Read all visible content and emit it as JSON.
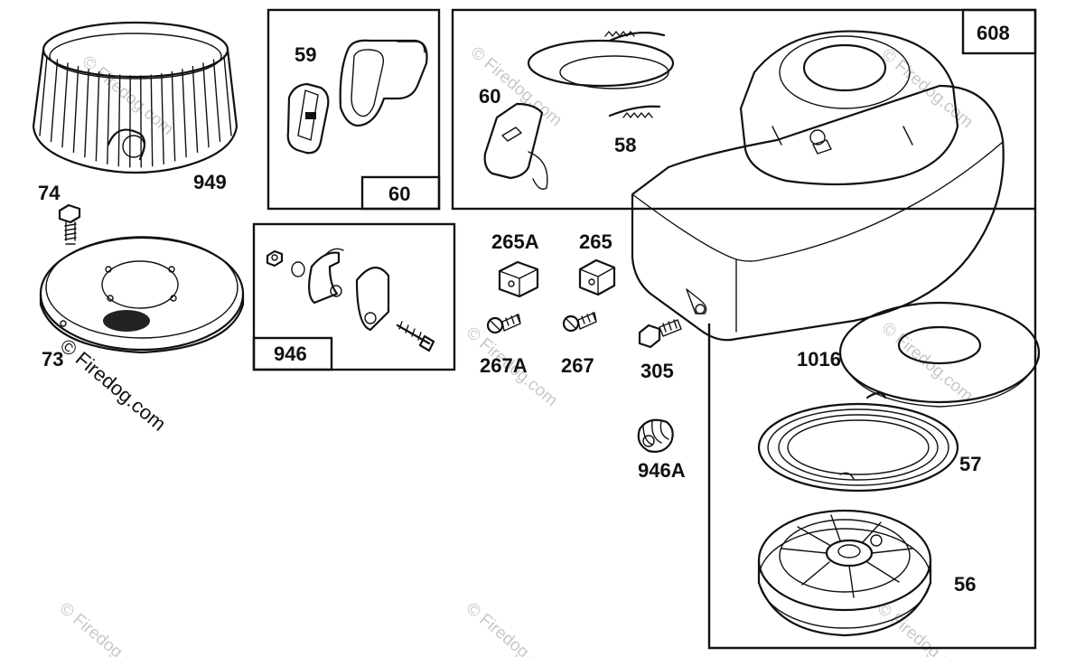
{
  "watermark": {
    "text": "© Firedog.com"
  },
  "labels": {
    "p949": "949",
    "p74": "74",
    "p73": "73",
    "p59": "59",
    "p60": "60",
    "p58": "58",
    "p608": "608",
    "p946": "946",
    "p265A": "265A",
    "p265": "265",
    "p267A": "267A",
    "p267": "267",
    "p305": "305",
    "p946A": "946A",
    "p1016": "1016",
    "p57": "57",
    "p56": "56"
  }
}
